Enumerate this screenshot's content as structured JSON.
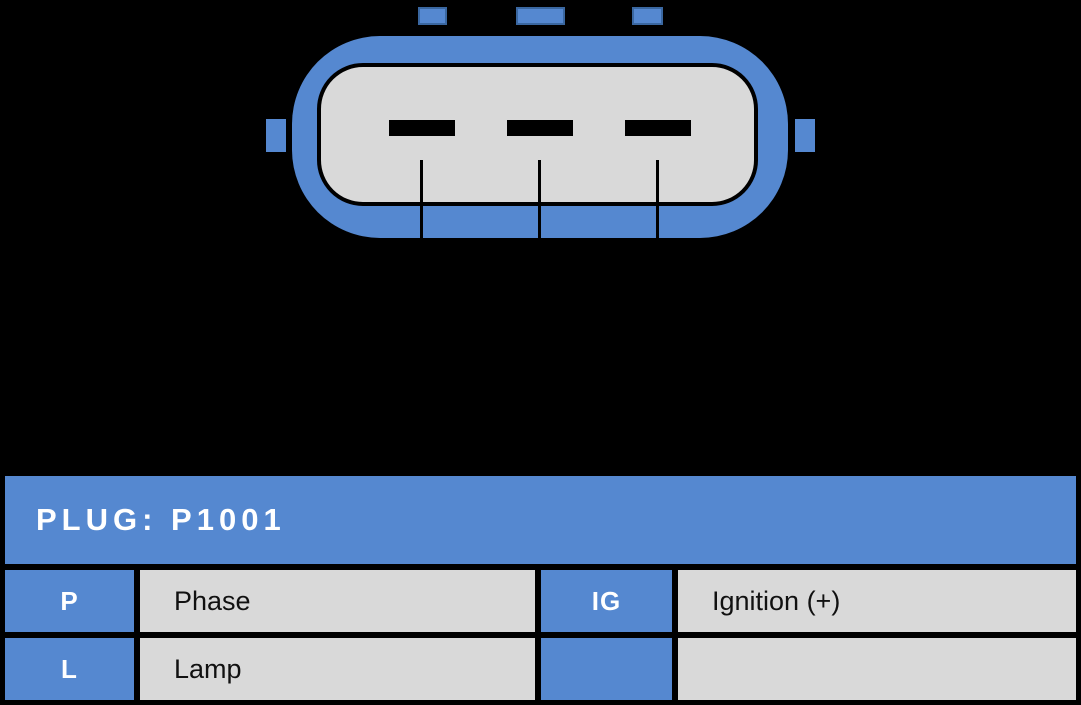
{
  "diagram": {
    "name": "3-pin-plug-top-view",
    "pin_slot_count": 3,
    "key_tab_count": 3,
    "side_tab_count": 2
  },
  "plug_table": {
    "title": "PLUG: P1001",
    "rows": [
      {
        "pin1": "P",
        "desc1": "Phase",
        "pin2": "IG",
        "desc2": "Ignition (+)"
      },
      {
        "pin1": "L",
        "desc1": "Lamp",
        "pin2": "",
        "desc2": ""
      }
    ]
  },
  "colors": {
    "background": "#000000",
    "accent_blue": "#5588D0",
    "accent_blue_dark": "#3A67A0",
    "cell_gray": "#D9D9D9",
    "text_light": "#FFFFFF",
    "text_dark": "#111111"
  }
}
